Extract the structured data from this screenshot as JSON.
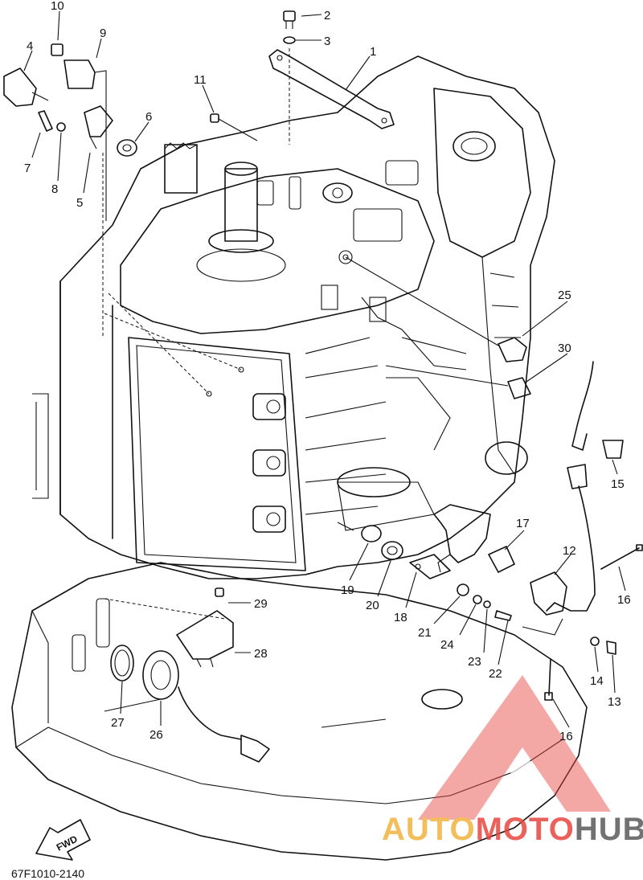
{
  "diagram": {
    "part_code": "67F1010-2140",
    "fwd_label": "FWD",
    "callouts": [
      "1",
      "2",
      "3",
      "4",
      "5",
      "6",
      "7",
      "8",
      "9",
      "10",
      "11",
      "12",
      "13",
      "14",
      "15",
      "16",
      "16",
      "17",
      "18",
      "19",
      "20",
      "21",
      "22",
      "23",
      "24",
      "25",
      "26",
      "27",
      "28",
      "29",
      "30"
    ]
  },
  "watermark": {
    "segments": [
      "AUTO",
      "MOTO",
      "HUB"
    ],
    "colors": {
      "auto": "#f2b33d",
      "moto": "#e8463f",
      "hub": "#5a5a5a",
      "triangle": "#e8463f"
    }
  }
}
